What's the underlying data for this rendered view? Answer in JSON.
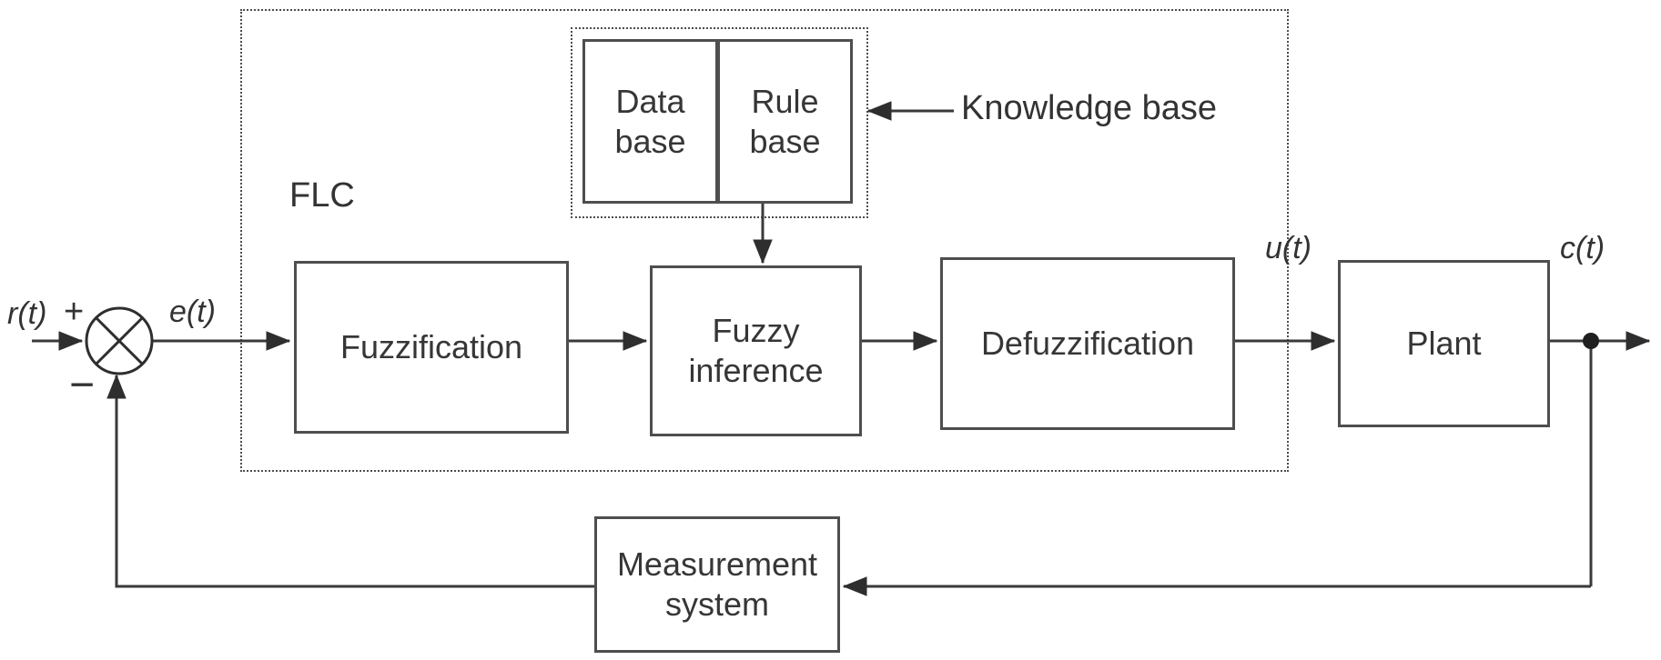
{
  "diagram": {
    "type": "block-diagram",
    "subject": "Fuzzy logic controller closed-loop control system"
  },
  "labels": {
    "flc": "FLC",
    "knowledge_base": "Knowledge base"
  },
  "signals": {
    "reference": "r(t)",
    "plus": "+",
    "minus": "−",
    "error": "e(t)",
    "control": "u(t)",
    "output": "c(t)"
  },
  "blocks": {
    "data_base": "Data base",
    "rule_base": "Rule base",
    "fuzzification": "Fuzzification",
    "fuzzy_inference": "Fuzzy inference",
    "defuzzification": "Defuzzification",
    "plant": "Plant",
    "measurement_system": "Measurement system"
  },
  "colors": {
    "line": "#3a3a3a",
    "box_border": "#4e4e4e",
    "text": "#333333",
    "background": "#ffffff"
  }
}
